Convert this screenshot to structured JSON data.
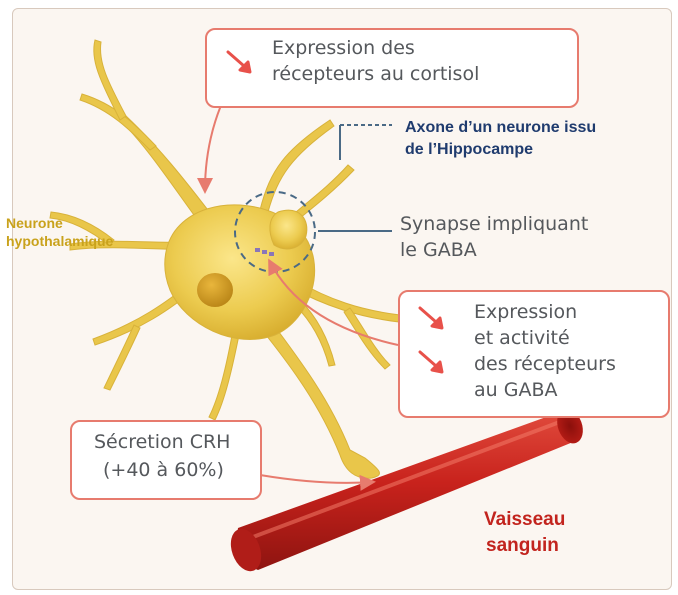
{
  "labels": {
    "cortisol": [
      "Expression des",
      "récepteurs au cortisol"
    ],
    "axone": [
      "Axone d’un neurone issu",
      "de l’Hippocampe"
    ],
    "synapse": [
      "Synapse impliquant",
      "le GABA"
    ],
    "neurone": [
      "Neurone",
      "hypothalamique"
    ],
    "gaba": [
      "Expression",
      "et activité",
      "des récepteurs",
      "au GABA"
    ],
    "crh": [
      "Sécretion CRH",
      "(+40 à 60%)"
    ],
    "vaisseau": [
      "Vaisseau",
      "sanguin"
    ]
  },
  "colors": {
    "box_border": "#e77b6e",
    "arrow_down": "#e8514a",
    "neuron": "#e9c64a",
    "vessel": "#c8221c",
    "axone_text": "#1f3b6e",
    "neurone_text": "#c9a21c",
    "vaisseau_text": "#c2241e"
  },
  "icons": [
    "down-arrow-icon"
  ]
}
